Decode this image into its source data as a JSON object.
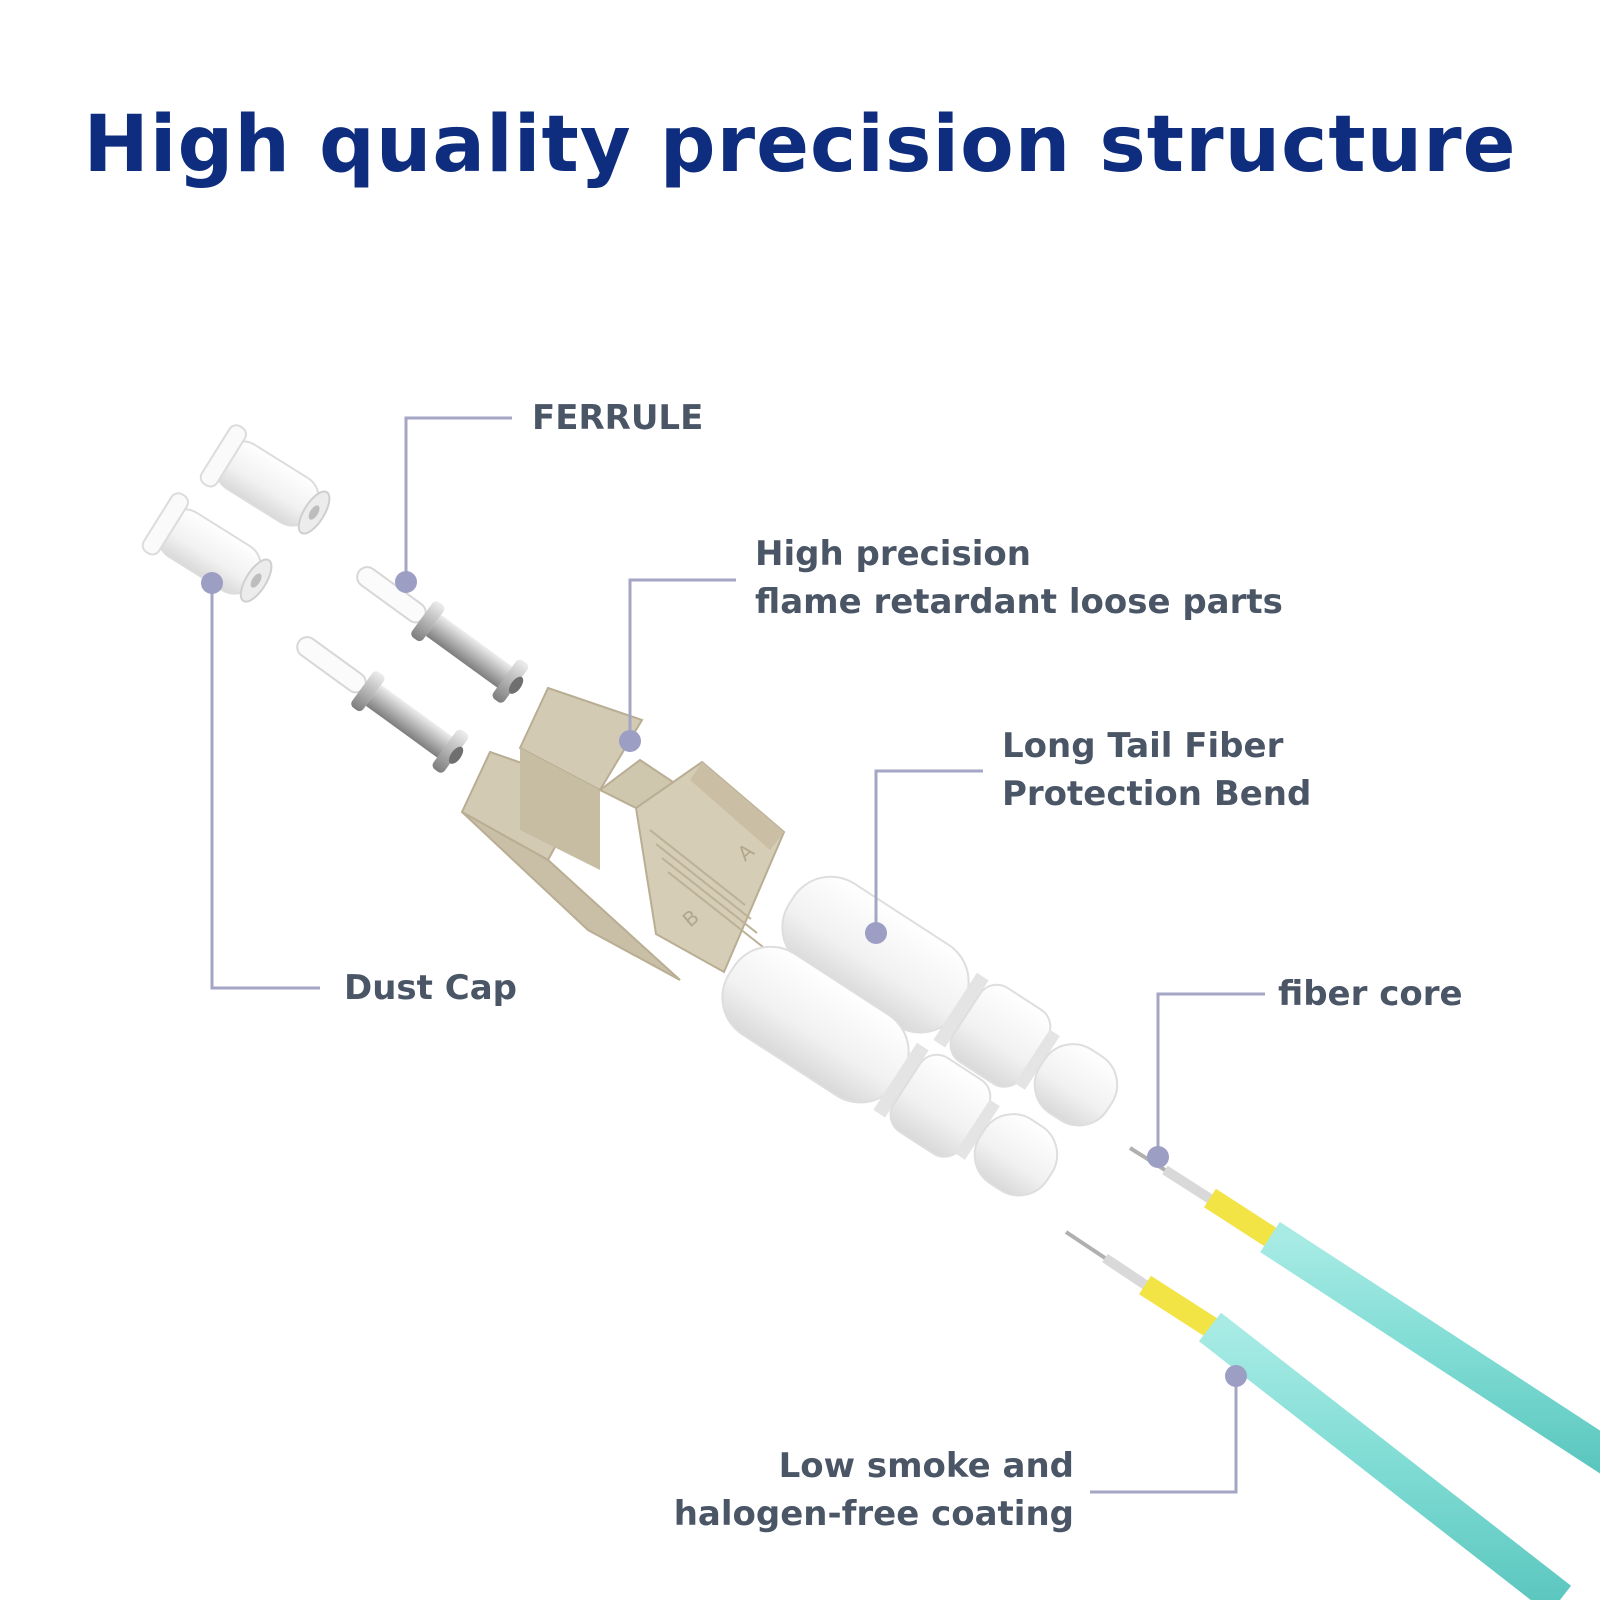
{
  "title": "High quality precision structure",
  "labels": {
    "ferrule": "FERRULE",
    "loose_parts": [
      "High precision",
      "flame retardant loose parts"
    ],
    "tail": [
      "Long Tail Fiber",
      "Protection Bend"
    ],
    "dust_cap": "Dust Cap",
    "fiber_core": "fiber core",
    "coating": [
      "Low smoke and",
      "halogen-free coating"
    ]
  },
  "housing_markings": {
    "a": "A",
    "b": "B"
  },
  "colors": {
    "title": "#0e2d7e",
    "label_text": "#4a5566",
    "leader_line": "#a4a6c6",
    "leader_dot": "#9c9ec4",
    "housing": "#d3cab4",
    "boot": "#f3f3f3",
    "cable": "#7fdcd4",
    "buffer": "#f2e445"
  }
}
